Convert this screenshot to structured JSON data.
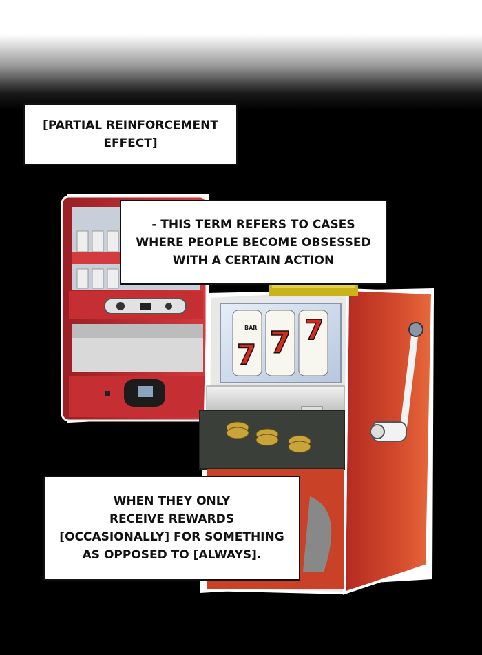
{
  "captions": {
    "c1": [
      "[PARTIAL REINFORCEMENT",
      "EFFECT]"
    ],
    "c2": [
      "- THIS TERM REFERS TO CASES",
      "WHERE PEOPLE BECOME OBSESSED",
      "WITH A CERTAIN ACTION"
    ],
    "c3": [
      "WHEN THEY ONLY",
      "RECEIVE REWARDS",
      "[OCCASIONALLY] FOR SOMETHING",
      "AS OPPOSED TO [ALWAYS]."
    ]
  },
  "machine": {
    "reel_symbols": [
      "7",
      "7",
      "7"
    ],
    "bar_label": "BAR",
    "sign_text": "TRIPLE SEVEN"
  }
}
